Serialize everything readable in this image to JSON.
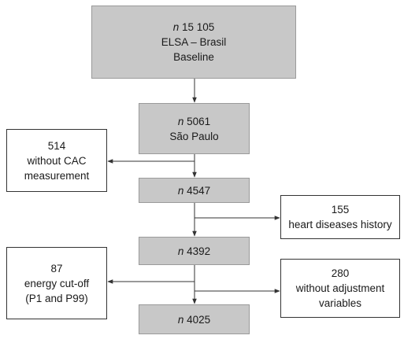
{
  "main_flow": [
    {
      "n_prefix": "n",
      "count": "15 105",
      "lines": [
        "ELSA – Brasil",
        "Baseline"
      ]
    },
    {
      "n_prefix": "n",
      "count": "5061",
      "lines": [
        "São Paulo"
      ]
    },
    {
      "n_prefix": "n",
      "count": "4547",
      "lines": []
    },
    {
      "n_prefix": "n",
      "count": "4392",
      "lines": []
    },
    {
      "n_prefix": "n",
      "count": "4025",
      "lines": []
    }
  ],
  "exclusions": [
    {
      "count": "514",
      "lines": [
        "without CAC",
        "measurement"
      ]
    },
    {
      "count": "155",
      "lines": [
        "heart diseases history"
      ]
    },
    {
      "count": "87",
      "lines": [
        "energy cut-off",
        "(P1 and P99)"
      ]
    },
    {
      "count": "280",
      "lines": [
        "without adjustment",
        "variables"
      ]
    }
  ],
  "colors": {
    "main_fill": "#c8c8c8",
    "main_border": "#9a9a9a",
    "excl_border": "#333333",
    "arrow": "#333333"
  }
}
